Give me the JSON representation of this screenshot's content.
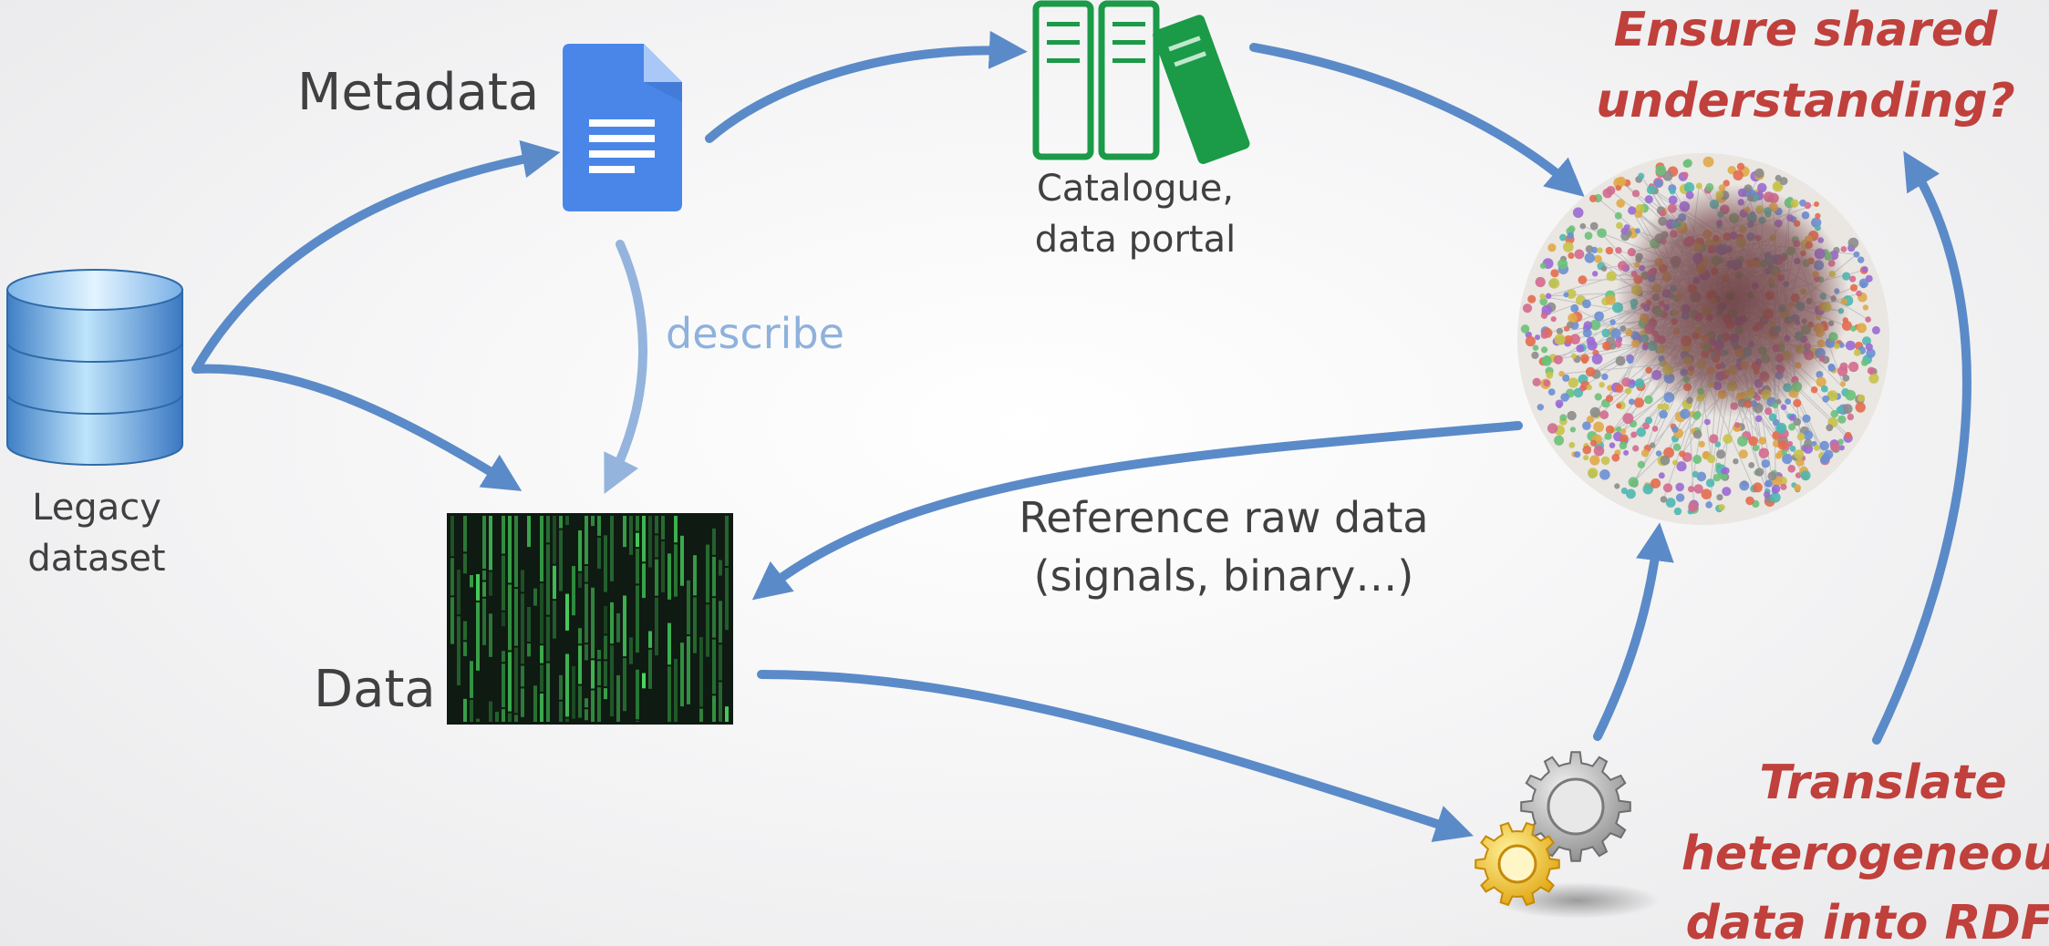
{
  "labels": {
    "metadata": "Metadata",
    "describe": "describe",
    "legacy_line1": "Legacy",
    "legacy_line2": "dataset",
    "data": "Data",
    "catalogue_line1": "Catalogue,",
    "catalogue_line2": "data portal",
    "reference_line1": "Reference raw data",
    "reference_line2": "(signals, binary…)",
    "ensure_line1": "Ensure shared",
    "ensure_line2": "understanding?",
    "translate_line1": "Translate",
    "translate_line2": "heterogeneous",
    "translate_line3": "data into RDF?"
  },
  "icons": {
    "database": "database-icon",
    "document": "document-icon",
    "catalogue": "books-catalogue-icon",
    "matrix": "matrix-data-icon",
    "graph": "knowledge-graph-icon",
    "gears": "gears-icon"
  },
  "colors": {
    "arrow": "#5b8ac8",
    "arrow_pale": "#94b4dd",
    "question_red": "#c0403c",
    "doc_blue": "#4a86e8",
    "book_green": "#1b9a48",
    "matrix_green": "#49b55a"
  }
}
